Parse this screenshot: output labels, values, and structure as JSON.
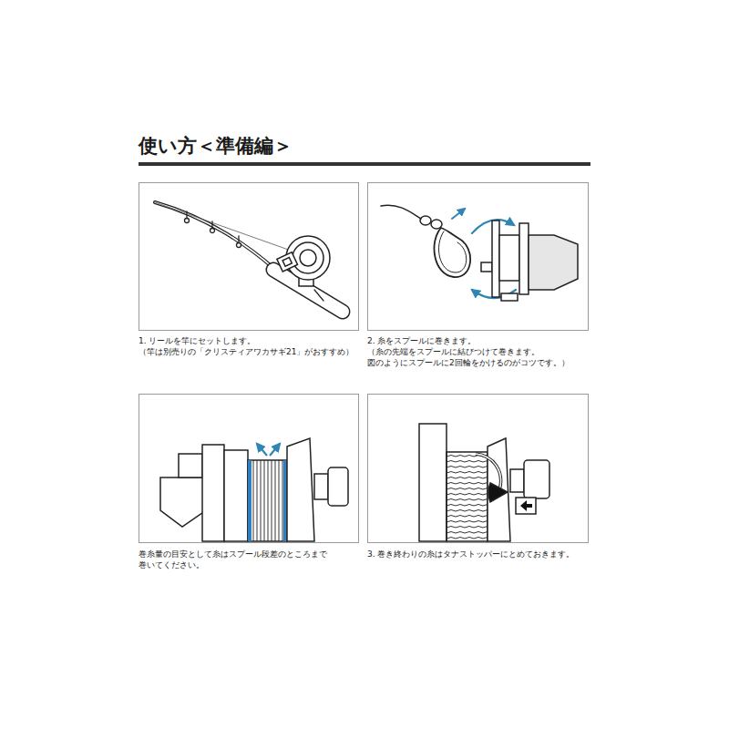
{
  "diagram": {
    "title": "使い方＜準備編＞",
    "nodes": [
      {
        "text": [
          "1. リールを竿にセットします。",
          "（竿は別売りの「クリスティアワカサギ21」がおすすめ）"
        ]
      },
      {
        "text": [
          "2. 糸をスプールに巻きます。",
          "（糸の先端をスプールに結びつけて巻きます。 図のようにスプールに2回輪をかけるのがコツです。）"
        ]
      },
      {
        "text": [
          "巻糸量の目安として糸はスプール段差のところまで 巻いてください。"
        ]
      },
      {
        "text": [
          "3. 巻き終わりの糸はタナストッパーにとめておきます。"
        ]
      }
    ]
  }
}
